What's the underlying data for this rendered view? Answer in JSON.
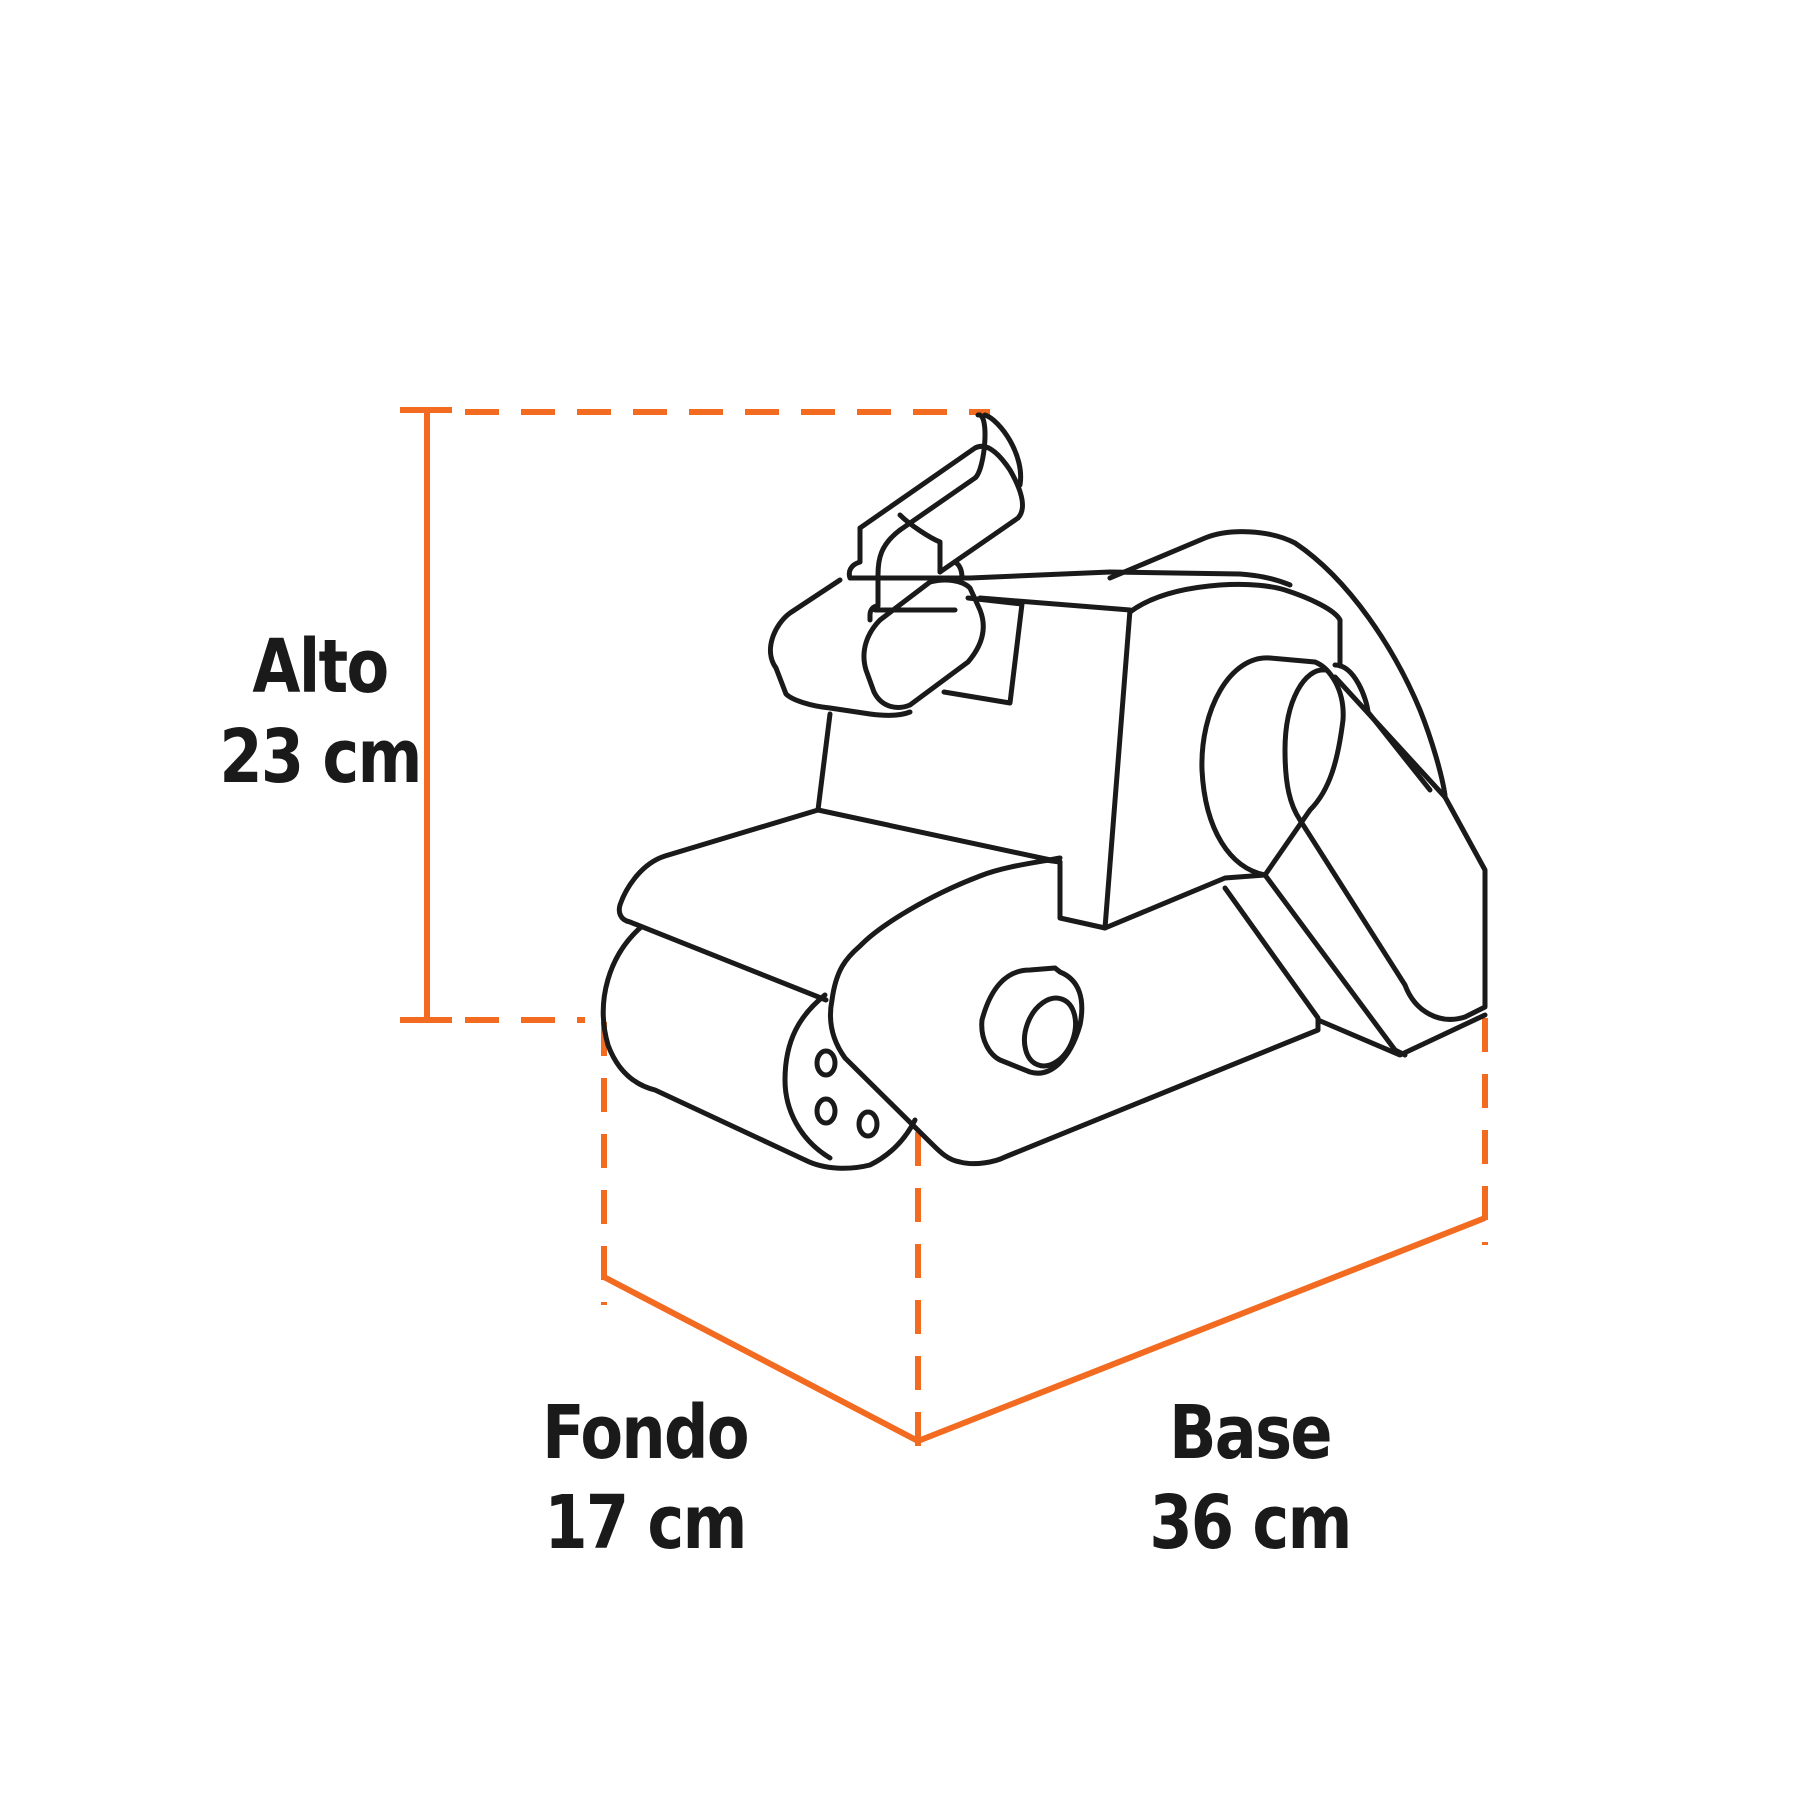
{
  "dimensions": {
    "alto": {
      "label": "Alto",
      "value": "23 cm"
    },
    "fondo": {
      "label": "Fondo",
      "value": "17 cm"
    },
    "base": {
      "label": "Base",
      "value": "36 cm"
    }
  },
  "colors": {
    "dimension_line": "#f26b21",
    "outline": "#1a1a1a",
    "background": "#ffffff"
  },
  "illustration": "belt-sander"
}
